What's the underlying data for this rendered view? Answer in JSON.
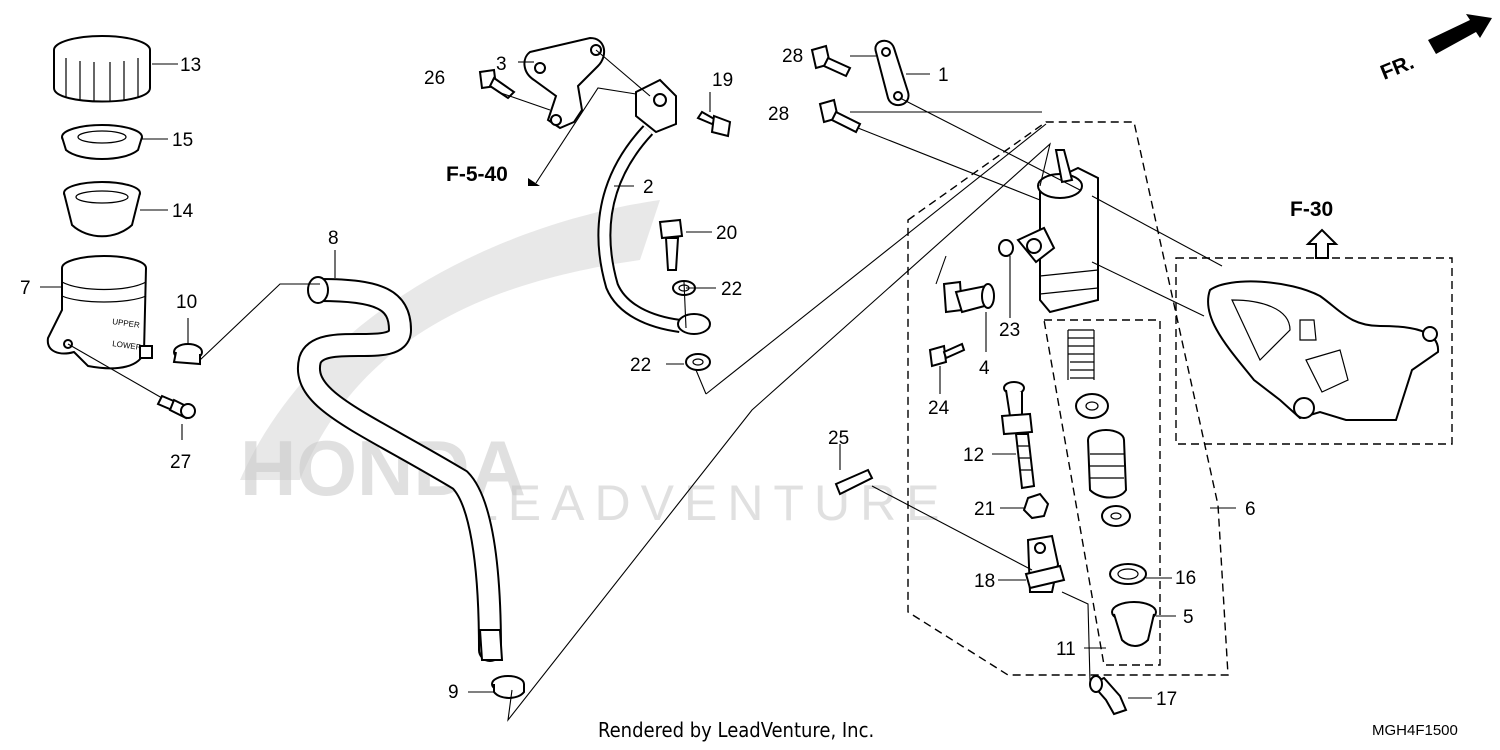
{
  "diagram": {
    "code": "MGH4F1500",
    "credit": "Rendered by LeadVenture, Inc.",
    "direction_label": "FR.",
    "references": [
      "F-5-40",
      "F-30"
    ],
    "watermarks": [
      "HONDA",
      "LEADVENTURE"
    ],
    "reservoir_markings": [
      "UPPER",
      "LOWER"
    ],
    "callouts": [
      "1",
      "2",
      "3",
      "4",
      "5",
      "6",
      "7",
      "8",
      "9",
      "10",
      "11",
      "12",
      "13",
      "14",
      "15",
      "16",
      "17",
      "18",
      "19",
      "20",
      "21",
      "22",
      "22",
      "23",
      "24",
      "25",
      "26",
      "27",
      "28",
      "28"
    ]
  }
}
